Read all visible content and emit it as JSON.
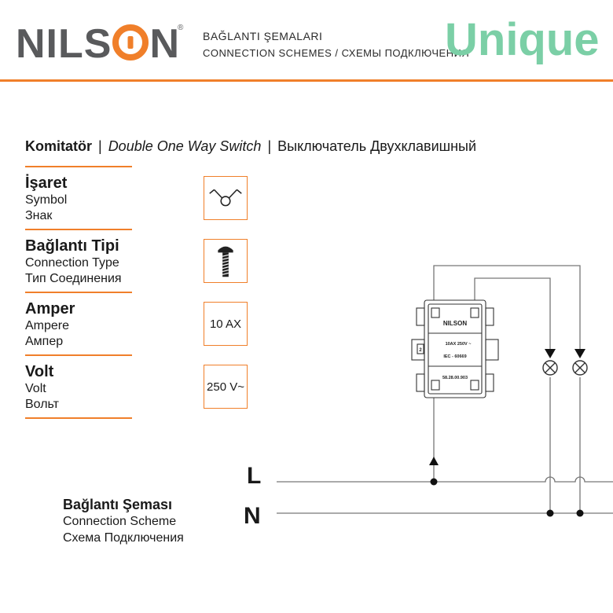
{
  "header": {
    "brand_left": "NIL",
    "brand_right": "N",
    "brand_s": "S",
    "registered": "®",
    "title_tr": "BAĞLANTI ŞEMALARI",
    "title_en_ru": "CONNECTION SCHEMES / СХЕМЫ ПОДКЛЮЧЕНИЯ",
    "series": "Unique",
    "accent_color": "#f07f2a",
    "series_color": "#7bcfa6"
  },
  "product": {
    "tr": "Komitatör",
    "sep": "|",
    "en": "Double One Way Switch",
    "ru": "Выключатель Двухклавишный"
  },
  "properties": [
    {
      "tr": "İşaret",
      "en": "Symbol",
      "ru": "Знак",
      "icon": "double-switch-symbol-icon"
    },
    {
      "tr": "Bağlantı Tipi",
      "en": "Connection Type",
      "ru": "Тип Соединения",
      "icon": "screw-icon"
    },
    {
      "tr": "Amper",
      "en": "Ampere",
      "ru": "Ампер",
      "value": "10 AX"
    },
    {
      "tr": "Volt",
      "en": "Volt",
      "ru": "Вольт",
      "value": "250 V~"
    }
  ],
  "scheme": {
    "tr": "Bağlantı Şeması",
    "en": "Connection Scheme",
    "ru": "Схема Подключения",
    "line_L": "L",
    "line_N": "N"
  },
  "device": {
    "brand": "NILSON",
    "rating": "10AX 250V ~",
    "standard": "IEC - 60669",
    "code": "58.28.00.903",
    "terminal": "2"
  }
}
